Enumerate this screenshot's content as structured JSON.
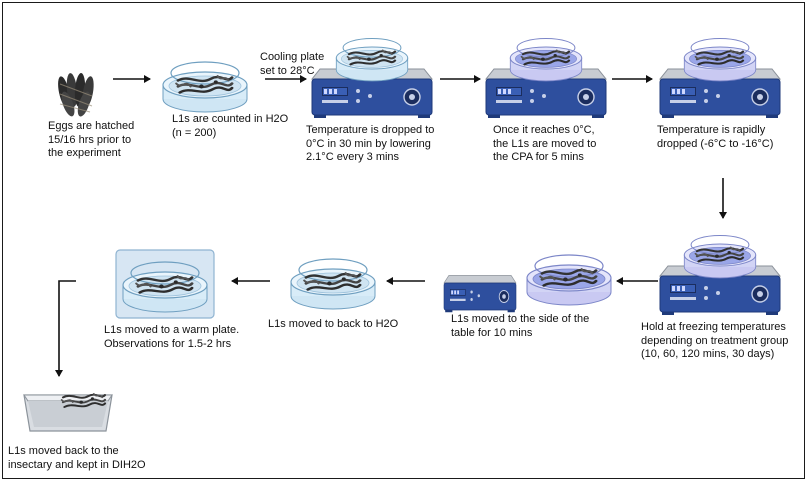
{
  "colors": {
    "plate_blue": "#2e4f9e",
    "dish_glass": "#cfe6f4",
    "larva_dark": "#333333",
    "cpa_liquid": "#9aa6e8",
    "arrow": "#111111"
  },
  "icons": [
    "egg-cluster-icon",
    "petri-dish-icon",
    "hot-plate-icon",
    "warm-plate-box-icon",
    "insectary-tray-icon",
    "arrow-icon"
  ],
  "steps": [
    {
      "id": "eggs",
      "text": "Eggs are hatched\n15/16 hrs prior to\nthe experiment"
    },
    {
      "id": "count",
      "text": "L1s are counted in H2O\n(n = 200)"
    },
    {
      "id": "cooling_label",
      "text": "Cooling plate\nset to 28°C"
    },
    {
      "id": "drop",
      "text": "Temperature is dropped to\n0°C in 30 min by lowering\n2.1°C every 3 mins"
    },
    {
      "id": "cpa",
      "text": "Once it reaches 0°C,\nthe L1s are moved to\nthe CPA for 5 mins"
    },
    {
      "id": "rapid",
      "text": "Temperature is rapidly\ndropped (-6°C to -16°C)"
    },
    {
      "id": "hold",
      "text": "Hold at freezing temperatures\ndepending on treatment group\n(10, 60, 120 mins, 30 days)"
    },
    {
      "id": "side",
      "text": "L1s moved to the side of the\ntable for 10 mins"
    },
    {
      "id": "back_h2o",
      "text": "L1s moved to back to H2O"
    },
    {
      "id": "warm",
      "text": "L1s moved to a warm plate.\nObservations for 1.5-2 hrs"
    },
    {
      "id": "insectary",
      "text": "L1s moved back to the\ninsectary and kept in DIH2O"
    }
  ]
}
